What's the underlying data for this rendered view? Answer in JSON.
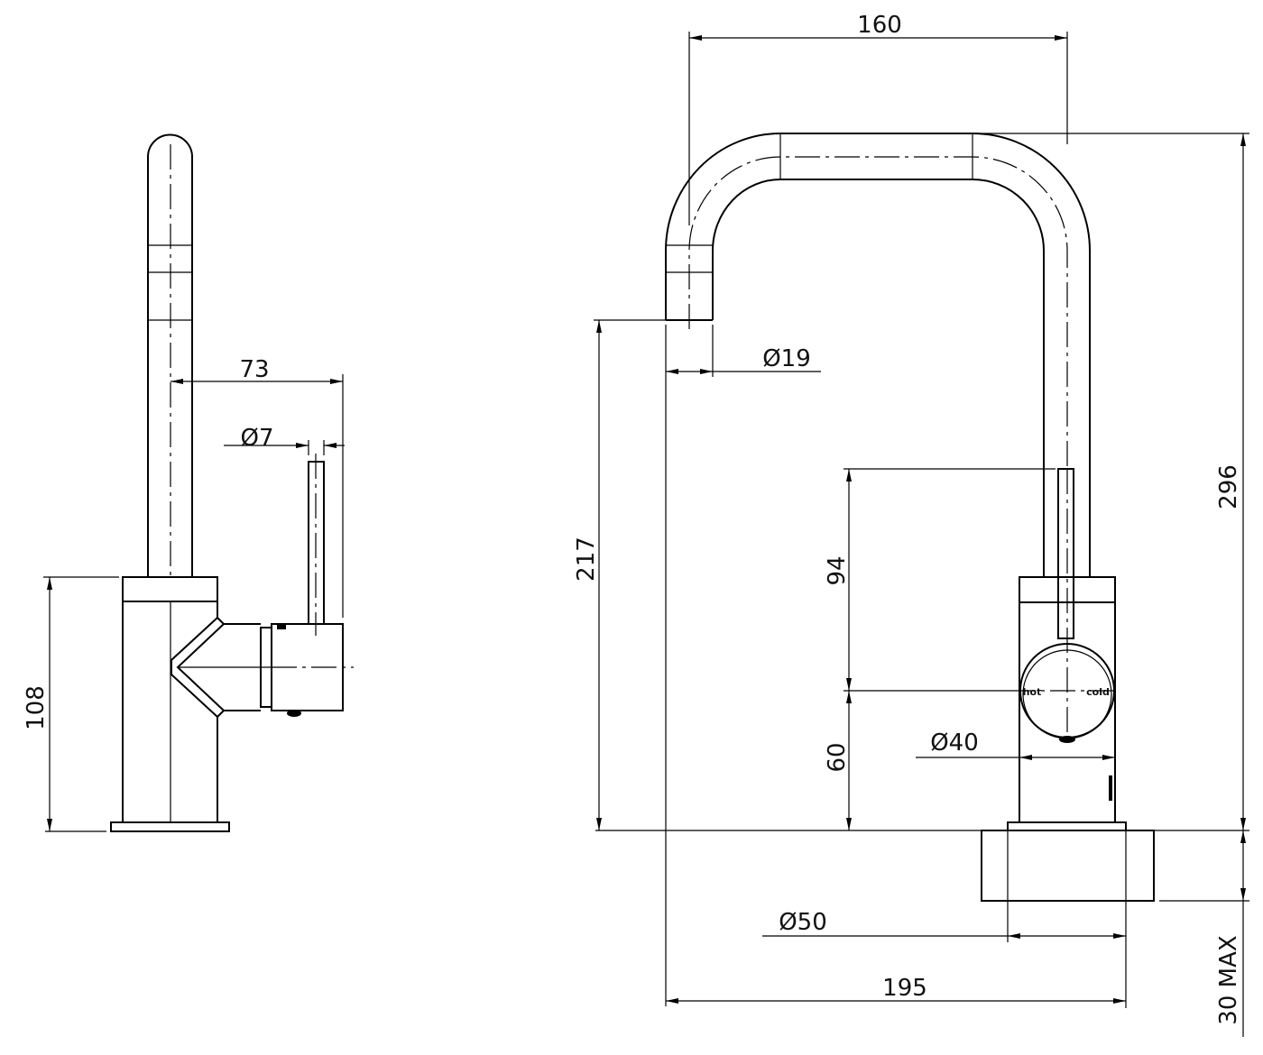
{
  "title": "Mixer tap technical drawing (side and front elevation)",
  "dimensions": {
    "side_reach": "73",
    "lever_dia": "Ø7",
    "body_height": "108",
    "spout_width": "160",
    "overall_height": "296",
    "outlet_height": "217",
    "spout_dia": "Ø19",
    "lever_height": "94",
    "handle_center_height": "60",
    "handle_dia": "Ø40",
    "base_dia": "Ø50",
    "overall_reach": "195",
    "bench_thickness": "30 MAX"
  },
  "handle_labels": {
    "hot": "hot",
    "cold": "cold"
  },
  "colors": {
    "line": "#000000",
    "background": "#ffffff"
  }
}
